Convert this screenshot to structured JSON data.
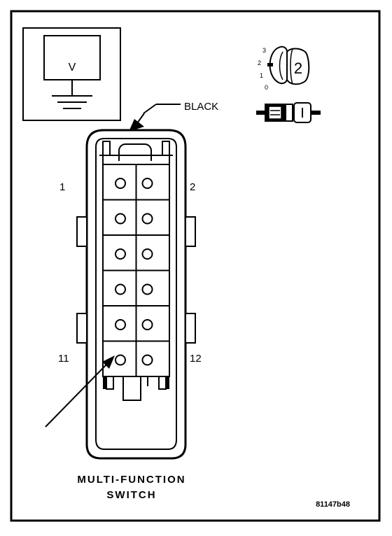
{
  "meter": {
    "symbol": "V"
  },
  "connector": {
    "color_label": "BLACK",
    "pin_labels": {
      "top_left": "1",
      "top_right": "2",
      "bottom_left": "11",
      "bottom_right": "12"
    },
    "rows": 6,
    "columns": 2
  },
  "legend": {
    "view_number": "2",
    "positions": [
      "3",
      "2",
      "1",
      "0"
    ]
  },
  "title": {
    "line1": "MULTI-FUNCTION",
    "line2": "SWITCH"
  },
  "figure_id": "81147b48",
  "colors": {
    "ink": "#000000",
    "paper": "#ffffff"
  }
}
